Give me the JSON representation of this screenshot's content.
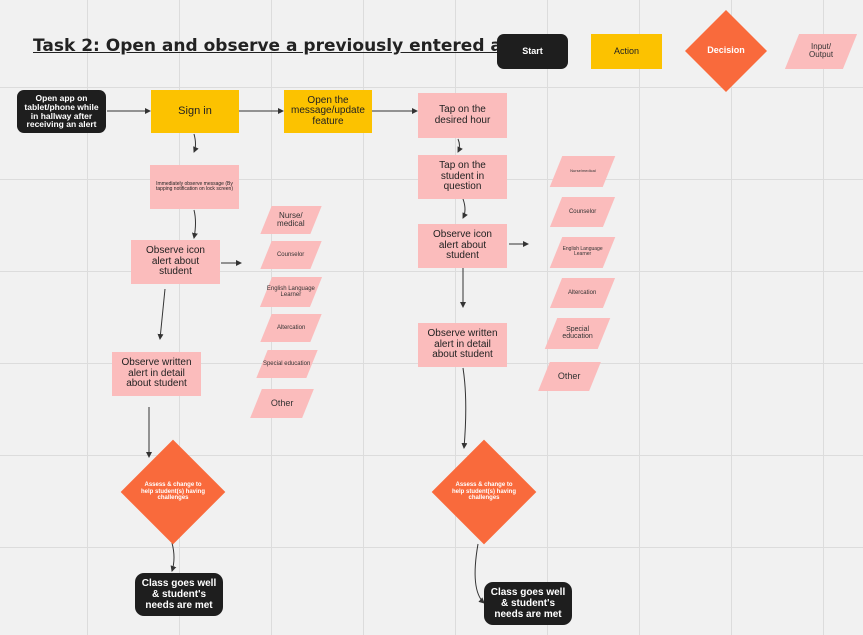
{
  "title": "Task 2: Open and observe a previously entered alert",
  "legend": {
    "start": "Start",
    "action": "Action",
    "decision": "Decision",
    "io": "Input/\nOutput"
  },
  "left_flow": {
    "open_app": "Open app on tablet/phone while in hallway after receiving an alert",
    "sign_in": "Sign in",
    "immediately_observe": "Immediately observe message (By tapping notification on lock screen)",
    "observe_icon": "Observe icon alert about student",
    "observe_written": "Observe written alert in detail about student",
    "assess": "Assess & change to help student(s) having challenges",
    "class_goes_well": "Class goes well & student's needs are met",
    "categories": [
      "Nurse/ medical",
      "Counselor",
      "English Language Learner",
      "Altercation",
      "Special education",
      "Other"
    ]
  },
  "right_flow": {
    "open_feature": "Open the message/update feature",
    "tap_hour": "Tap on the desired hour",
    "tap_student": "Tap on the student in question",
    "observe_icon": "Observe icon alert about student",
    "observe_written": "Observe written alert in detail about student",
    "assess": "Assess & change to help student(s) having challenges",
    "class_goes_well": "Class goes well & student's needs are met",
    "categories": [
      "Nurse/medical",
      "Counselor",
      "English Language Learner",
      "Altercation",
      "Special education",
      "Other"
    ]
  },
  "colors": {
    "start": "#1e1e1e",
    "action": "#fcc200",
    "decision": "#f96a3c",
    "io": "#fbbcbc"
  }
}
